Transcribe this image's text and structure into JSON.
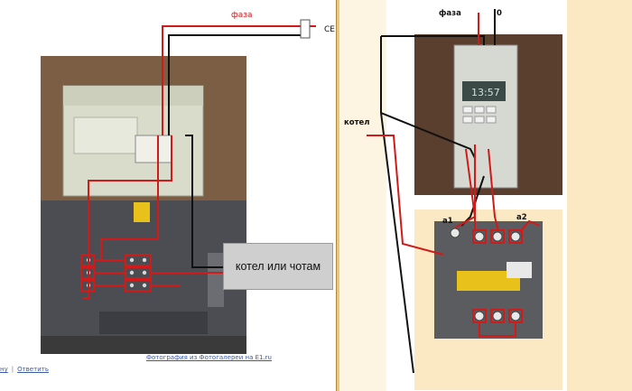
{
  "left": {
    "wire_phase_label": "фаза",
    "wire_ce_label": "CE",
    "device_box_label": "котел или чотам",
    "photo_caption_link": "Фотография из Фотогалереи на E1.ru",
    "footer": {
      "left_link": "ну",
      "reply_link": "Ответить"
    }
  },
  "right": {
    "phase_label": "фаза",
    "zero_label": "0",
    "boiler_label": "котел",
    "contact_a1": "a1",
    "contact_a2": "a2",
    "timer_display": "13:57"
  },
  "colors": {
    "wire_red": "#d11a1a",
    "wire_black": "#111111",
    "caption_link": "#3a5aa8"
  }
}
